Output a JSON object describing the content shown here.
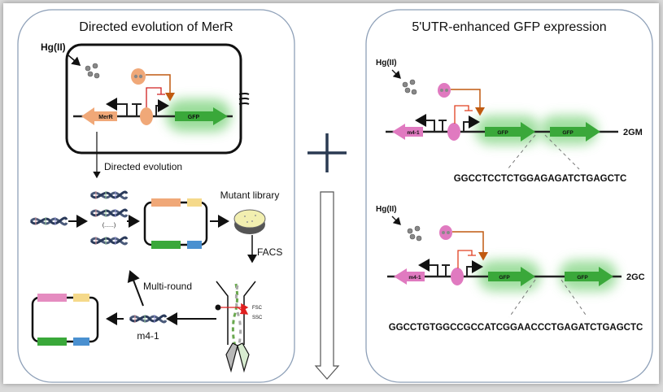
{
  "left_panel": {
    "title": "Directed evolution of MerR",
    "hg_label": "Hg(II)",
    "merr_label": "MerR",
    "gfp_label": "GFP",
    "directed_evolution_label": "Directed evolution",
    "library_ellipsis": "(......)",
    "mutant_library_label": "Mutant library",
    "facs_label": "FACS",
    "fsc_label": "FSC",
    "ssc_label": "SSC",
    "multi_round_label": "Multi-round",
    "selected_mutant_label": "m4-1"
  },
  "center": {
    "plus_symbol": "+",
    "flow_arrow": "down-arrow"
  },
  "right_panel": {
    "title": "5'UTR-enhanced GFP expression",
    "constructs": [
      {
        "hg_label": "Hg(II)",
        "regulator_label": "m4-1",
        "gene_labels": [
          "GFP",
          "GFP"
        ],
        "construct_name": "2GM",
        "linker_sequence": "GGCCTCCTCTGGAGAGATCTGAGCTC"
      },
      {
        "hg_label": "Hg(II)",
        "regulator_label": "m4-1",
        "gene_labels": [
          "GFP",
          "GFP"
        ],
        "construct_name": "2GC",
        "linker_sequence": "GGCCTGTGGCCGCCATCGGAACCCTGAGATCTGAGCTC"
      }
    ]
  },
  "colors": {
    "merr_orange": "#f0a878",
    "m4_pink": "#e07ac0",
    "gfp_green": "#3aa83a",
    "gfp_glow": "#8fd98f",
    "activation_arrow": "#c05a10",
    "repression_line": "#d02020",
    "plasmid_yellow": "#f5d98a",
    "plasmid_blue": "#4a90d0",
    "plasmid_pink": "#e58cc0",
    "panel_border": "#8ea0b8",
    "plus_color": "#2a3a52"
  }
}
